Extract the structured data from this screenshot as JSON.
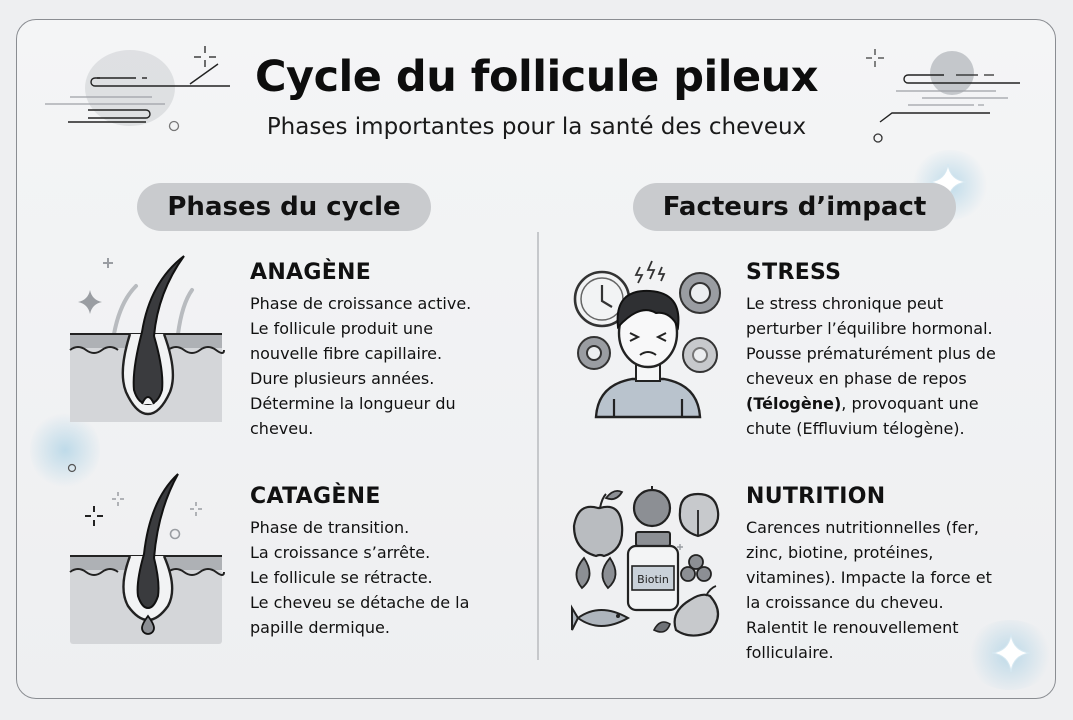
{
  "header": {
    "title": "Cycle du follicule pileux",
    "subtitle": "Phases importantes pour la santé des cheveux"
  },
  "left_column": {
    "heading": "Phases du cycle",
    "items": [
      {
        "icon": "hair-follicle-growing-icon",
        "title": "ANAGÈNE",
        "lines": [
          "Phase de croissance active.",
          "Le follicule produit une",
          "nouvelle fibre capillaire.",
          "Dure plusieurs années.",
          "Détermine la longueur du",
          "cheveu."
        ]
      },
      {
        "icon": "hair-follicle-detaching-icon",
        "title": "CATAGÈNE",
        "lines": [
          "Phase de transition.",
          "La croissance s’arrête.",
          "Le follicule se rétracte.",
          "Le cheveu se détache de la",
          "papille dermique."
        ]
      }
    ]
  },
  "right_column": {
    "heading": "Facteurs d’impact",
    "items": [
      {
        "icon": "stressed-person-icon",
        "title": "STRESS",
        "lines": [
          "Le stress chronique peut",
          "perturber l’équilibre hormonal.",
          "Pousse prématurément plus de",
          "cheveux en phase de repos"
        ],
        "bold_term": "(Télogène)",
        "after_bold": ", provoquant une",
        "last_line": "chute (Effluvium télogène)."
      },
      {
        "icon": "nutrition-foods-icon",
        "title": "NUTRITION",
        "bottle_label": "Biotin",
        "lines": [
          "Carences nutritionnelles (fer,",
          "zinc, biotine, protéines,",
          "vitamines). Impacte la force et",
          "la croissance du cheveu.",
          "Ralentit le renouvellement",
          "folliculaire."
        ]
      }
    ]
  },
  "colors": {
    "background": "#eeeff1",
    "pill": "#c9cbce",
    "border": "#8a8d92",
    "ink": "#111111",
    "accent_glow": "#96c8e1"
  }
}
